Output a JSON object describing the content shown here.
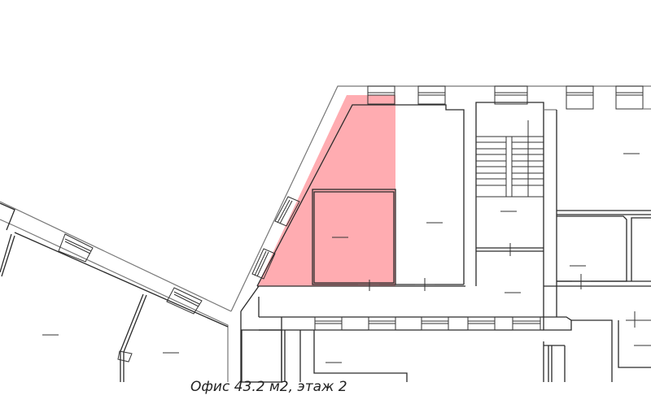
{
  "caption": "Офис 43.2 м2, этаж 2",
  "highlight": {
    "label": "Офис",
    "area": "43.2 м2",
    "floor": "этаж 2",
    "color": "#ff9ea3"
  },
  "colors": {
    "wall": "#2a2a2a",
    "wall_outer": "#777777",
    "background": "#ffffff"
  }
}
